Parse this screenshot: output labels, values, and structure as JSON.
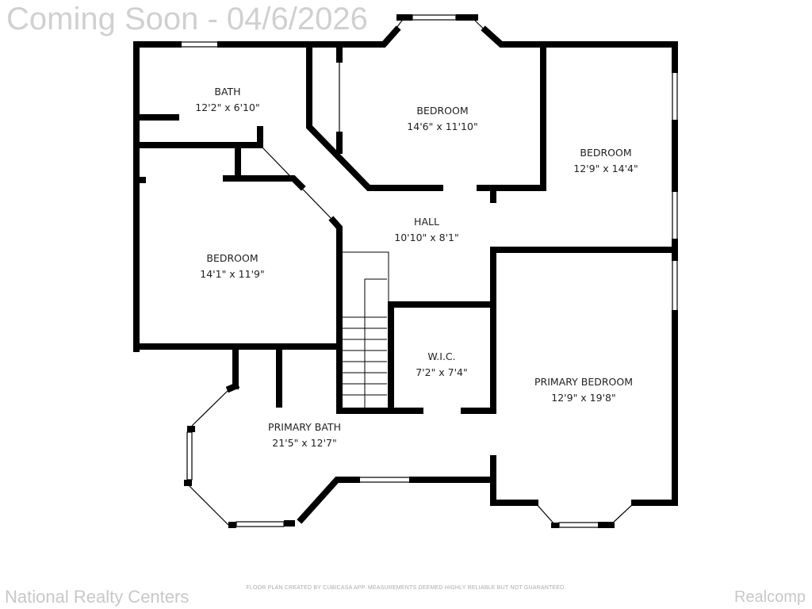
{
  "header": {
    "title": "Coming Soon - 04/6/2026"
  },
  "rooms": [
    {
      "name": "BATH",
      "size": "12'2\" x 6'10\""
    },
    {
      "name": "BEDROOM",
      "size": "14'6\" x 11'10\""
    },
    {
      "name": "BEDROOM",
      "size": "12'9\" x 14'4\""
    },
    {
      "name": "HALL",
      "size": "10'10\" x 8'1\""
    },
    {
      "name": "BEDROOM",
      "size": "14'1\" x 11'9\""
    },
    {
      "name": "W.I.C.",
      "size": "7'2\" x 7'4\""
    },
    {
      "name": "PRIMARY BEDROOM",
      "size": "12'9\" x 19'8\""
    },
    {
      "name": "PRIMARY BATH",
      "size": "21'5\" x 12'7\""
    }
  ],
  "footer": {
    "left": "National Realty Centers",
    "disclaimer": "FLOOR PLAN CREATED BY CUBICASA APP. MEASUREMENTS DEEMED HIGHLY RELIABLE BUT NOT GUARANTEED.",
    "right": "Realcomp"
  }
}
